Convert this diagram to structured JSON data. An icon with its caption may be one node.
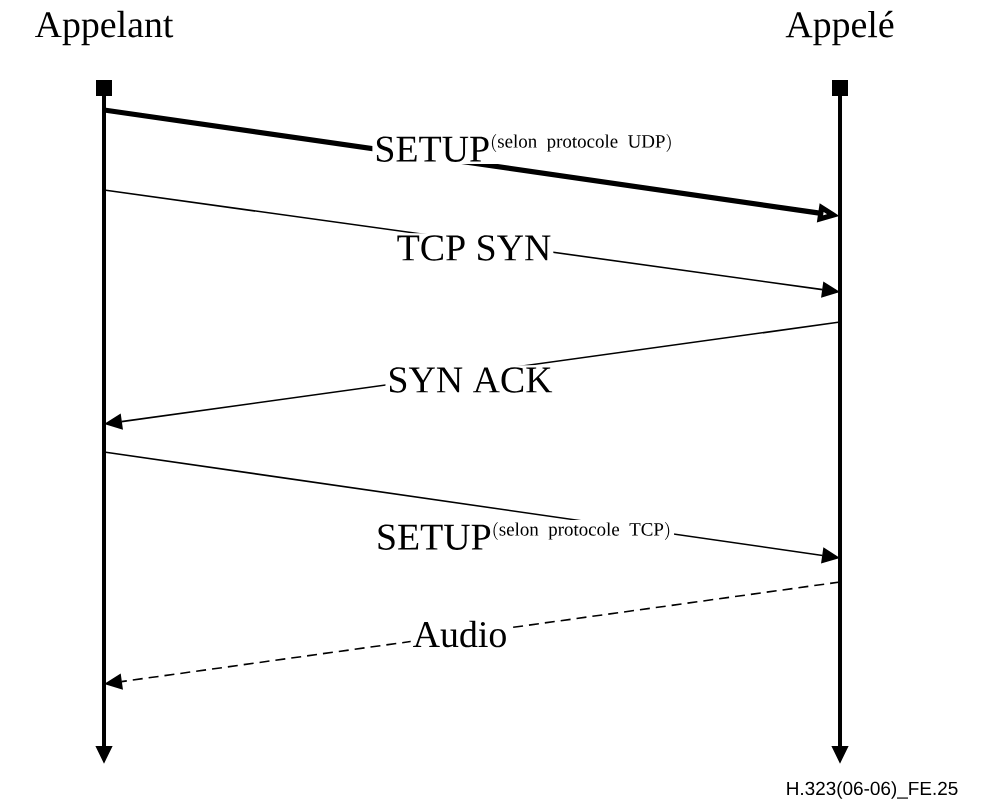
{
  "diagram": {
    "nodes": [
      {
        "text": [
          "Appelant"
        ]
      },
      {
        "text": [
          "Appelé"
        ]
      }
    ],
    "edges": [
      {
        "from": 0,
        "to": 1,
        "arrow": "to",
        "label": "\\mathrm{SETUP}^{\\scriptscriptstyle\\mathrm{(selon\\ protocole\\ UDP)}}",
        "style": "thick"
      },
      {
        "from": 0,
        "to": 1,
        "arrow": "to",
        "label": "TCP SYN"
      },
      {
        "from": 1,
        "to": 0,
        "arrow": "to",
        "label": "SYN ACK"
      },
      {
        "from": 0,
        "to": 1,
        "arrow": "to",
        "label": "\\mathrm{SETUP}^{\\scriptscriptstyle\\mathrm{(selon\\ protocole\\ TCP)}}"
      },
      {
        "from": 1,
        "to": 0,
        "arrow": "to",
        "label": "Audio",
        "style": "dashed"
      }
    ],
    "labels": [
      "H.323(06-06)_FE.25"
    ]
  }
}
